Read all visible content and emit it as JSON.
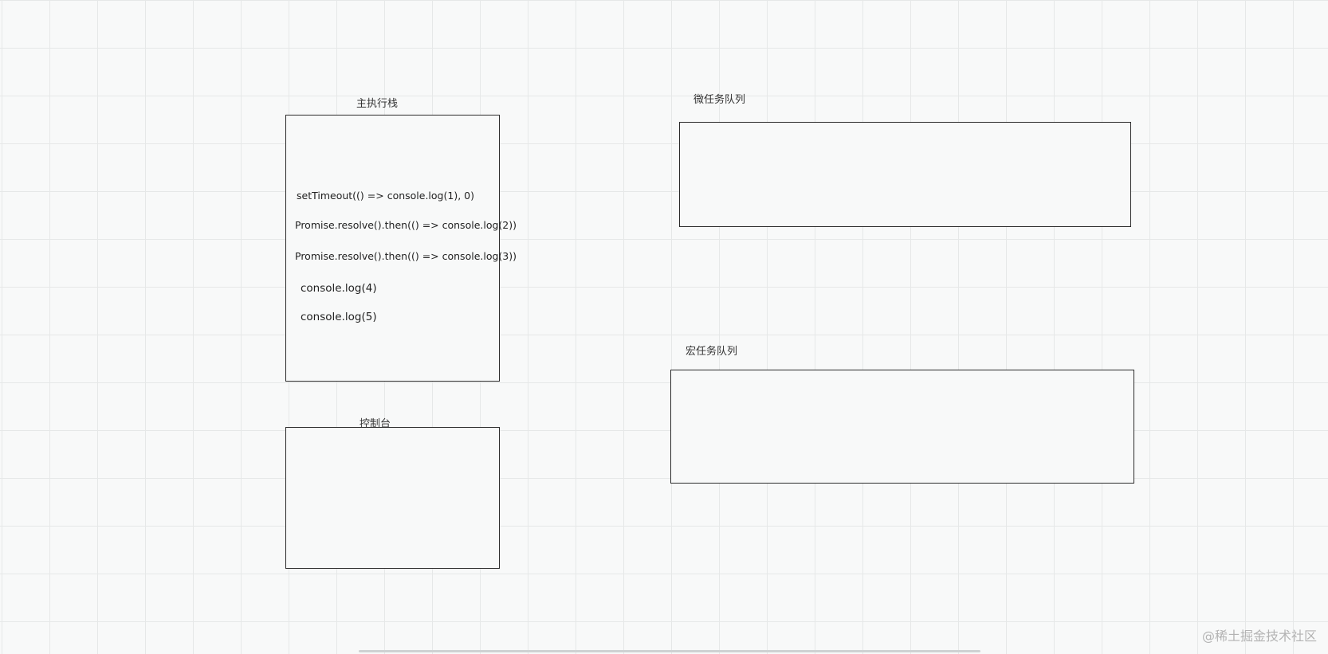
{
  "stack": {
    "title": "主执行栈",
    "lines": [
      "setTimeout(() => console.log(1), 0)",
      "Promise.resolve().then(() => console.log(2))",
      "Promise.resolve().then(() => console.log(3))",
      "console.log(4)",
      "console.log(5)"
    ]
  },
  "console_box": {
    "title": "控制台"
  },
  "microtask": {
    "title": "微任务队列"
  },
  "macrotask": {
    "title": "宏任务队列"
  },
  "watermark": "@稀土掘金技术社区"
}
